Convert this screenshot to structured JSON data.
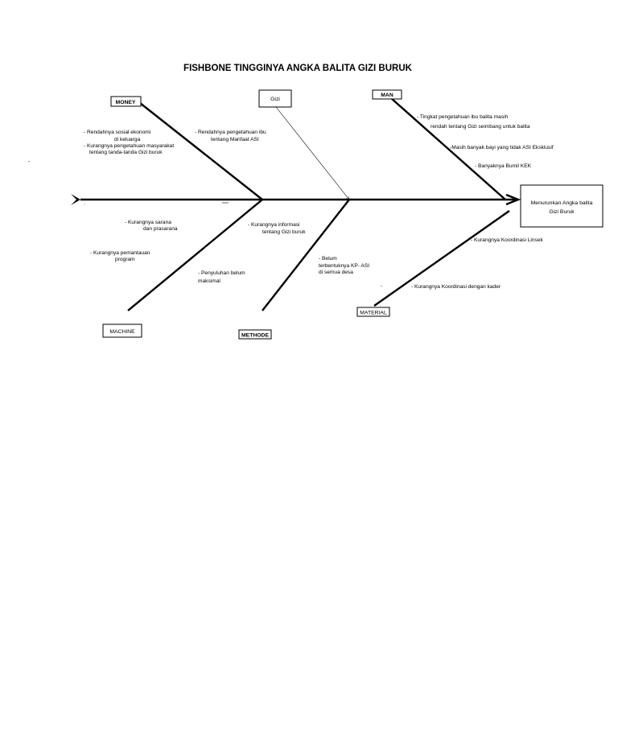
{
  "title": "FISHBONE TINGGINYA ANGKA BALITA GIZI BURUK",
  "effect": [
    "Menurunkan Angka balita",
    "Gizi  Buruk"
  ],
  "categories": {
    "money": "MONEY",
    "gizi": "Gizi",
    "man": "MAN",
    "machine": "MACHINE",
    "methode": "METHODE",
    "material": "MATERIAL"
  },
  "causes": {
    "money": [
      [
        "- Rendahnya sosial ekonomi",
        "di keluarga"
      ],
      [
        "- Kurangnya pengetahuan masyarakat",
        "tentang tanda-tanda Gizi buruk"
      ]
    ],
    "gizi": [
      [
        "- Rendahnya pengetahuan ibu",
        "tentang Manfaat ASI"
      ]
    ],
    "man": [
      [
        "- Tingkat pengetahuan ibu balita masih",
        "rendah tentang Gizi seimbang untuk balita"
      ],
      [
        "-Masih banyak bayi yang tidak ASI Eksklusif"
      ],
      [
        "- Banyaknya Bumil KEK"
      ]
    ],
    "machine": [
      [
        "- Kurangnya sarana",
        "dan prasarana"
      ],
      [
        "- Kurangnya pemantauan",
        "program"
      ]
    ],
    "methode": [
      [
        "- Kurangnya informasi",
        "tentang Gizi buruk"
      ],
      [
        "- Penyuluhan belum",
        "maksimal"
      ]
    ],
    "material": [
      [
        "- Belum",
        "terbentuknya KP- ASI",
        "di semua desa"
      ],
      [
        "- Kurangnya Koordinasi Linsek"
      ],
      [
        "- Kurangnya Koordinasi dengan kader"
      ]
    ]
  },
  "stray_marks": [
    "-",
    ".",
    "-",
    "-"
  ]
}
